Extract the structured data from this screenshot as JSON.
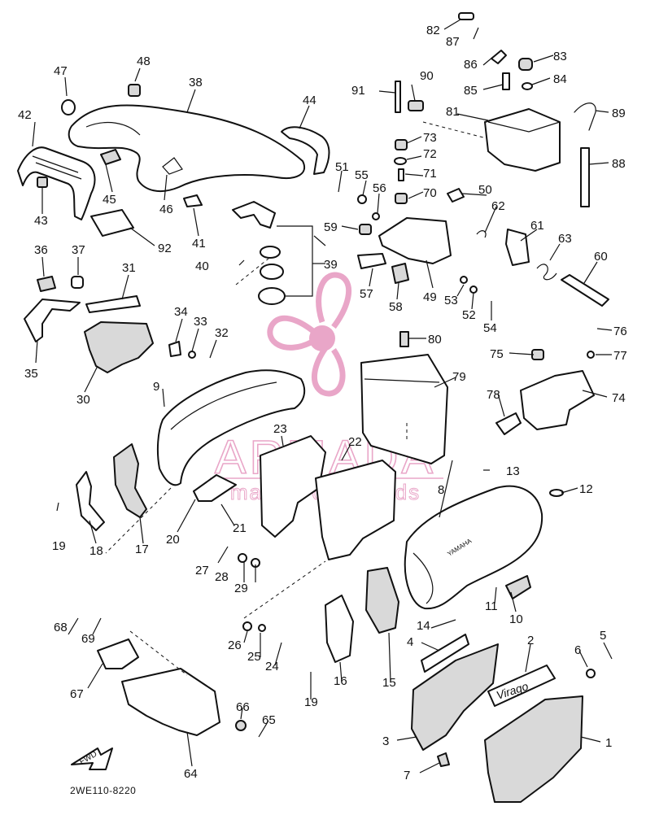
{
  "drawing_code": "2WE110-8220",
  "watermark": {
    "brand": "ARMADA",
    "tagline": "marine outboards",
    "color": "#e9a6c8"
  },
  "fwd_label": "FWD",
  "brand_stamp": "YAMAHA",
  "decal_script": "Virago",
  "part_numbers": [
    "1",
    "2",
    "3",
    "4",
    "5",
    "6",
    "7",
    "8",
    "9",
    "10",
    "11",
    "12",
    "13",
    "14",
    "15",
    "16",
    "17",
    "18",
    "19",
    "19",
    "20",
    "21",
    "22",
    "23",
    "24",
    "25",
    "26",
    "27",
    "28",
    "29",
    "30",
    "31",
    "32",
    "33",
    "34",
    "35",
    "36",
    "37",
    "38",
    "39",
    "40",
    "41",
    "42",
    "43",
    "44",
    "45",
    "46",
    "47",
    "48",
    "49",
    "50",
    "51",
    "52",
    "53",
    "54",
    "55",
    "56",
    "57",
    "58",
    "59",
    "60",
    "61",
    "62",
    "63",
    "64",
    "65",
    "66",
    "67",
    "68",
    "69",
    "70",
    "71",
    "72",
    "73",
    "74",
    "75",
    "76",
    "77",
    "78",
    "79",
    "80",
    "81",
    "82",
    "83",
    "84",
    "85",
    "86",
    "87",
    "88",
    "89",
    "90",
    "91",
    "92"
  ]
}
